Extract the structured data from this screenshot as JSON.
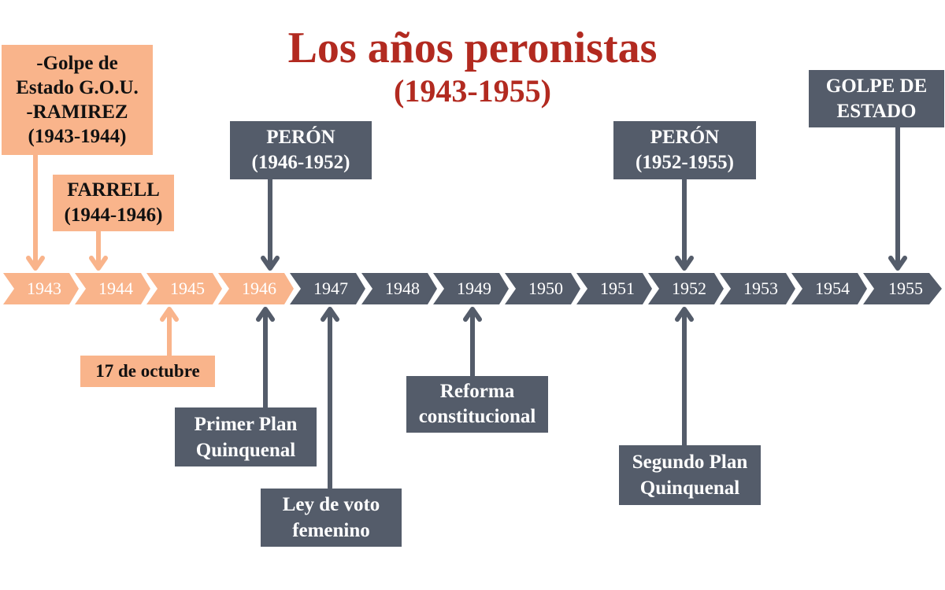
{
  "title": "Los años peronistas",
  "subtitle": "(1943-1955)",
  "colors": {
    "title": "#b22a20",
    "orange": "#f9b48b",
    "dark": "#545c6a"
  },
  "years": [
    "1943",
    "1944",
    "1945",
    "1946",
    "1947",
    "1948",
    "1949",
    "1950",
    "1951",
    "1952",
    "1953",
    "1954",
    "1955"
  ],
  "events_top": {
    "golpe_gou": {
      "line1": "-Golpe de",
      "line2": "Estado G.O.U.",
      "line3": "-RAMIREZ",
      "line4": "(1943-1944)"
    },
    "farrell": {
      "line1": "FARRELL",
      "line2": "(1944-1946)"
    },
    "peron_1": {
      "line1": "PERÓN",
      "line2": "(1946-1952)"
    },
    "peron_2": {
      "line1": "PERÓN",
      "line2": "(1952-1955)"
    },
    "golpe_1955": {
      "line1": "GOLPE DE",
      "line2": "ESTADO"
    }
  },
  "events_bottom": {
    "octubre": {
      "line1": "17 de octubre"
    },
    "primer_plan": {
      "line1": "Primer Plan",
      "line2": "Quinquenal"
    },
    "voto": {
      "line1": "Ley de voto",
      "line2": "femenino"
    },
    "reforma": {
      "line1": "Reforma",
      "line2": "constitucional"
    },
    "segundo_plan": {
      "line1": "Segundo Plan",
      "line2": "Quinquenal"
    }
  }
}
